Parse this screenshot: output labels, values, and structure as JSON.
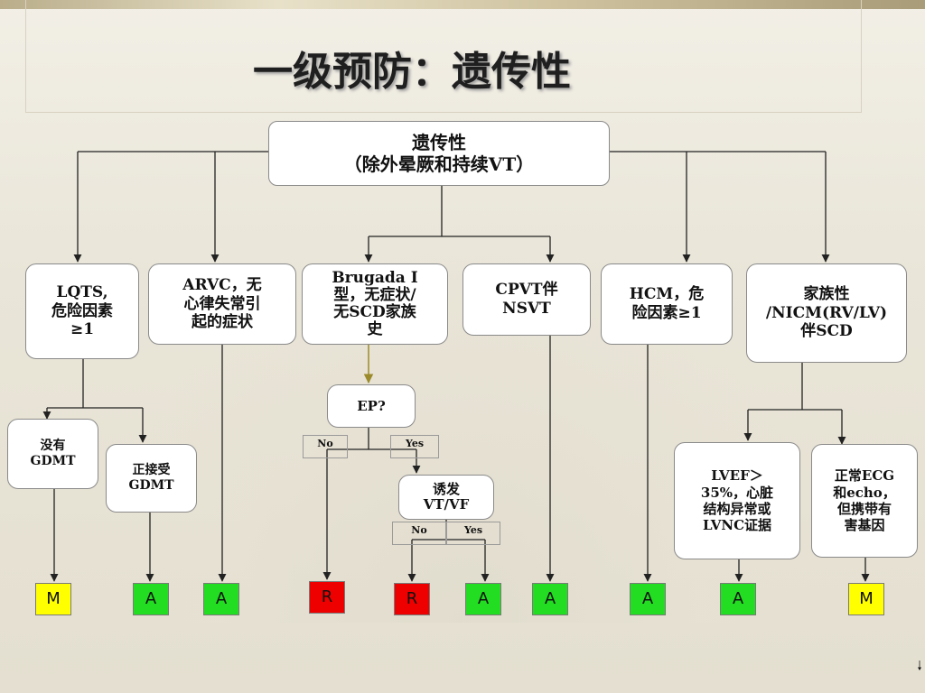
{
  "title": "一级预防：遗传性",
  "root": {
    "line1": "遗传性",
    "line2": "（除外晕厥和持续VT）"
  },
  "categories": [
    {
      "lines": [
        "LQTS,",
        "危险因素",
        "≥1"
      ]
    },
    {
      "lines": [
        "ARVC，无",
        "心律失常引",
        "起的症状"
      ]
    },
    {
      "lines": [
        "Brugada Ⅰ",
        "型，无症状/",
        "无SCD家族",
        "史"
      ]
    },
    {
      "lines": [
        "CPVT伴",
        "NSVT"
      ]
    },
    {
      "lines": [
        "HCM，危",
        "险因素≥1"
      ]
    },
    {
      "lines": [
        "家族性",
        "/NICM(RV/LV)",
        "伴SCD"
      ]
    }
  ],
  "lqts_branches": [
    {
      "lines": [
        "没有",
        "GDMT"
      ]
    },
    {
      "lines": [
        "正接受",
        "GDMT"
      ]
    }
  ],
  "ep": {
    "label": "EP?",
    "no": "No",
    "yes": "Yes"
  },
  "induced": {
    "lines": [
      "诱发",
      "VT/VF"
    ],
    "no": "No",
    "yes": "Yes"
  },
  "familial_branches": [
    {
      "lines": [
        "LVEF＞",
        "35%，心脏",
        "结构异常或",
        "LVNC证据"
      ]
    },
    {
      "lines": [
        "正常ECG",
        "和echo，",
        "但携带有",
        "害基因"
      ]
    }
  ],
  "outcomes": [
    {
      "label": "M",
      "color": "#ffff00"
    },
    {
      "label": "A",
      "color": "#22dd22"
    },
    {
      "label": "A",
      "color": "#22dd22"
    },
    {
      "label": "R",
      "color": "#ee0000"
    },
    {
      "label": "R",
      "color": "#ee0000"
    },
    {
      "label": "A",
      "color": "#22dd22"
    },
    {
      "label": "A",
      "color": "#22dd22"
    },
    {
      "label": "A",
      "color": "#22dd22"
    },
    {
      "label": "A",
      "color": "#22dd22"
    },
    {
      "label": "M",
      "color": "#ffff00"
    }
  ]
}
